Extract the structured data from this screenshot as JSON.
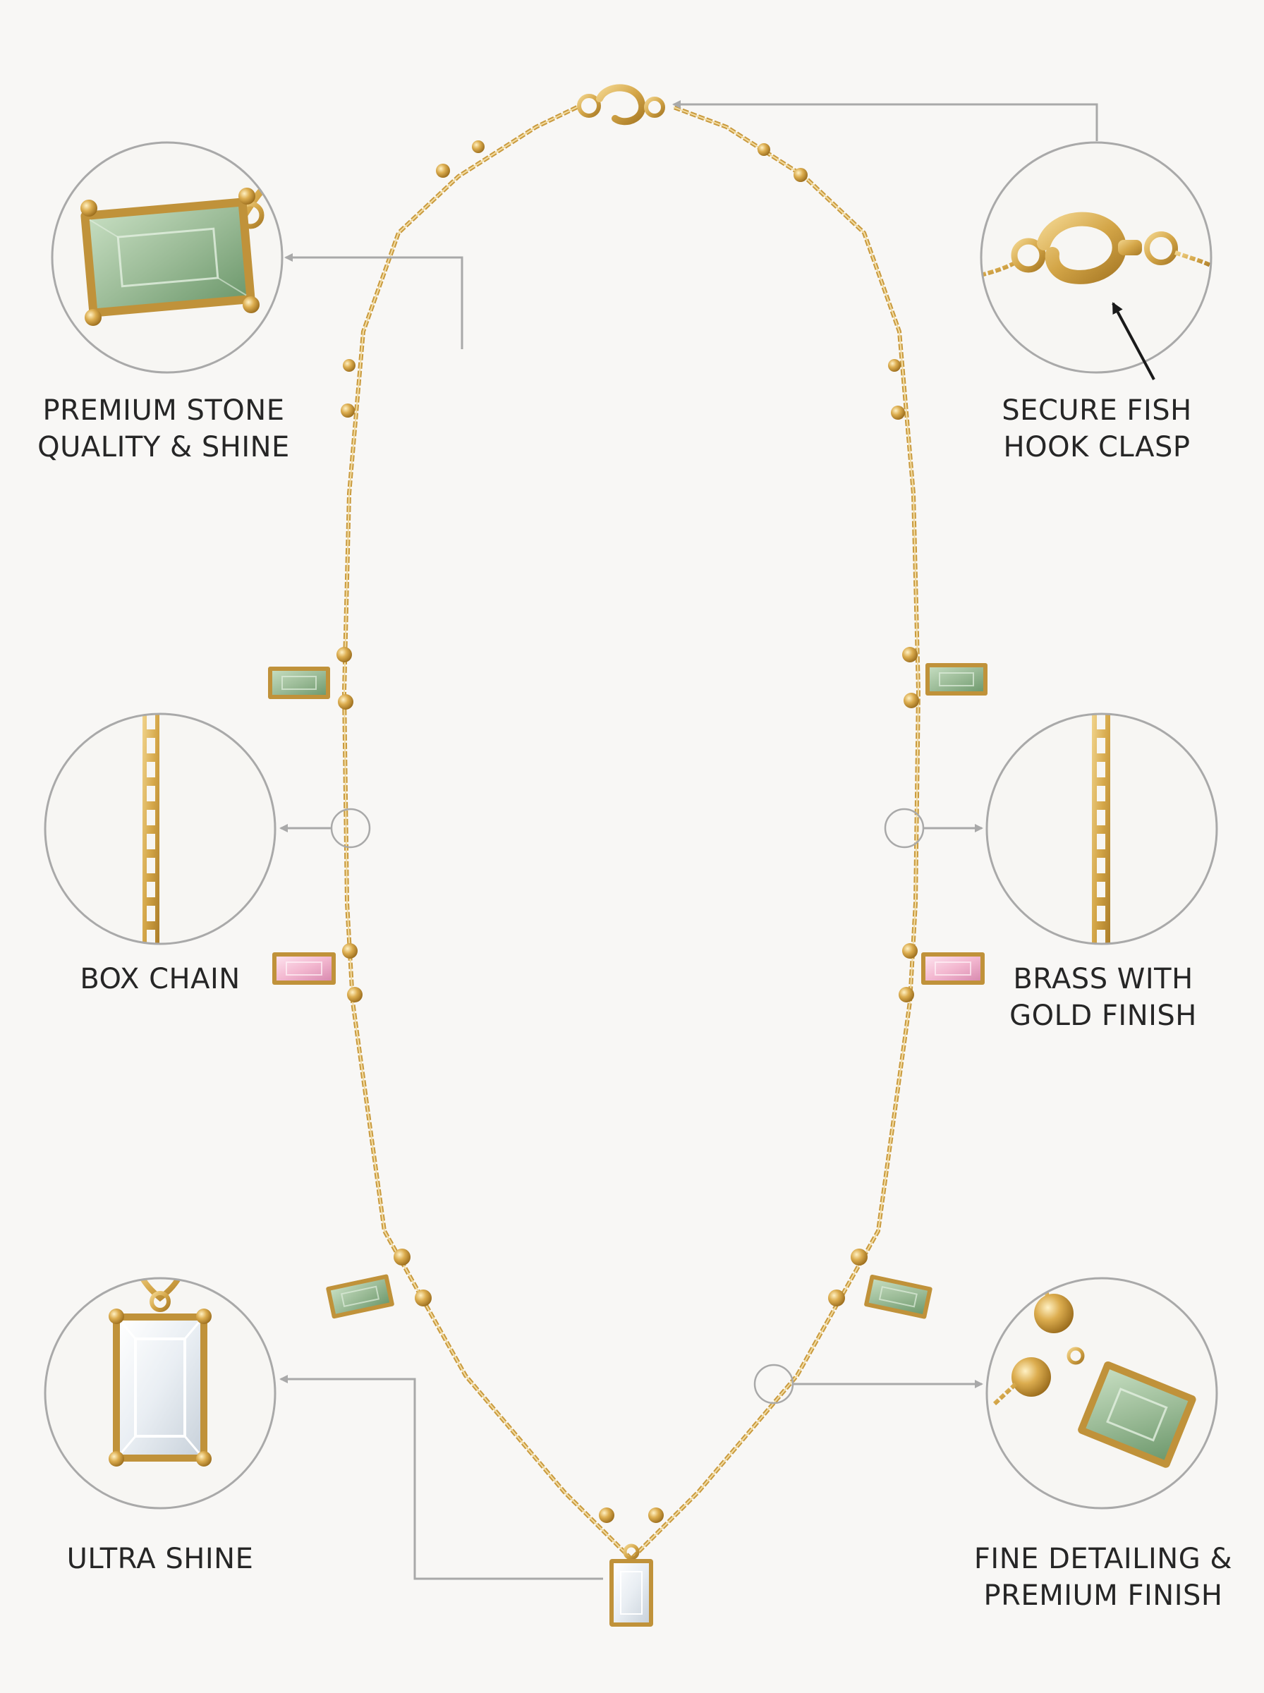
{
  "colors": {
    "background": "#f8f7f5",
    "gold": "#d4a648",
    "gold_dark": "#a87a26",
    "gold_light": "#f2d58e",
    "green_stone": "#9cbc98",
    "pink_stone": "#f3b8d0",
    "clear_stone": "#f4f7fa",
    "callout_line": "#a9a9a9",
    "text": "#262626"
  },
  "features": [
    {
      "id": "stone",
      "lines": [
        "PREMIUM STONE",
        "QUALITY & SHINE"
      ],
      "icon": "green-baguette-stone-closeup"
    },
    {
      "id": "clasp",
      "lines": [
        "SECURE FISH",
        "HOOK CLASP"
      ],
      "icon": "fish-hook-clasp-closeup"
    },
    {
      "id": "box-chain",
      "lines": [
        "BOX CHAIN"
      ],
      "icon": "box-chain-closeup"
    },
    {
      "id": "brass",
      "lines": [
        "BRASS WITH",
        "GOLD FINISH"
      ],
      "icon": "gold-chain-closeup"
    },
    {
      "id": "shine",
      "lines": [
        "ULTRA SHINE"
      ],
      "icon": "clear-stone-closeup"
    },
    {
      "id": "detailing",
      "lines": [
        "FINE DETAILING &",
        "PREMIUM FINISH"
      ],
      "icon": "bead-and-stone-closeup"
    }
  ]
}
